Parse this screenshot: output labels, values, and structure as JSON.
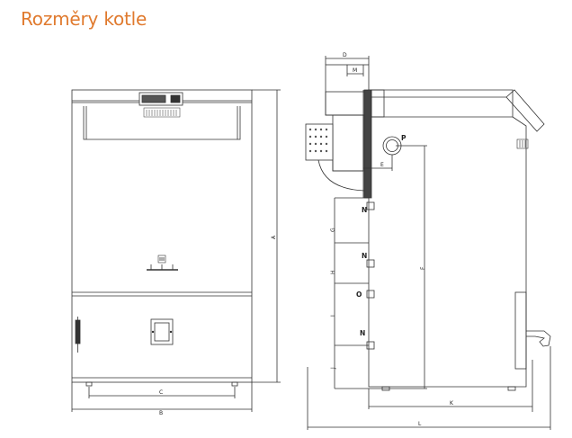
{
  "page": {
    "title": "Rozměry kotle"
  },
  "colors": {
    "title": "#e07a2e",
    "line": "#333333",
    "hatch": "#555555"
  },
  "front_view": {
    "dimension_labels": {
      "height": "A",
      "base_width": "B",
      "feet_width": "C"
    },
    "icons": [
      "control-panel-icon",
      "door-handle-icon",
      "inspection-window-icon",
      "air-regulator-icon"
    ]
  },
  "side_view": {
    "dimension_labels": {
      "outlet_top": "D",
      "flue_inner": "M",
      "flue_offset": "E",
      "height_f": "F",
      "height_g": "G",
      "height_h": "H",
      "height_i": "I",
      "height_j": "J",
      "depth_k": "K",
      "depth_l": "L"
    },
    "connection_labels": {
      "flue": "P",
      "upper_n": "N",
      "middle_n": "N",
      "outlet_o": "O",
      "lower_n": "N"
    }
  }
}
